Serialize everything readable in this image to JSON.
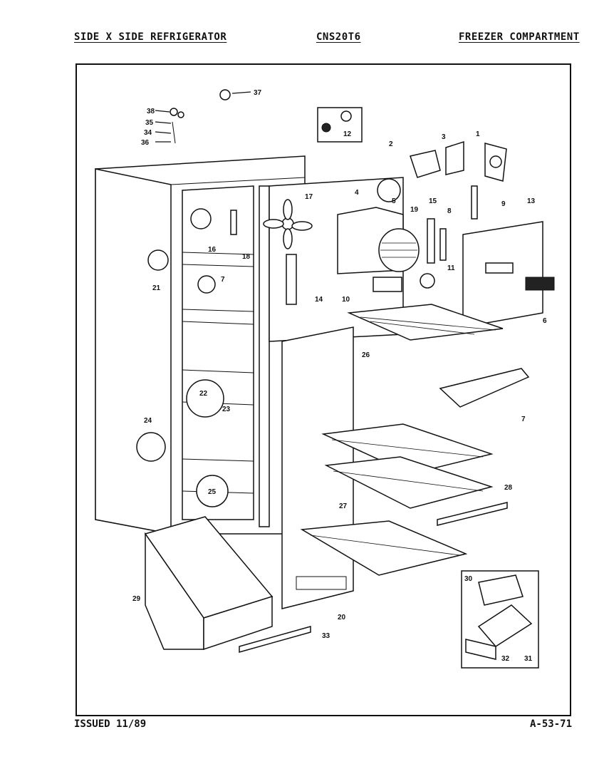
{
  "header": {
    "left": "SIDE X SIDE REFRIGERATOR",
    "center": "CNS20T6",
    "right": "FREEZER COMPARTMENT"
  },
  "footer": {
    "left": "ISSUED 11/89",
    "right": "A-53-71"
  },
  "callouts": {
    "c1": "1",
    "c2": "2",
    "c3": "3",
    "c4": "4",
    "c5": "5",
    "c6": "6",
    "c7a": "7",
    "c7b": "7",
    "c8": "8",
    "c9": "9",
    "c10": "10",
    "c11": "11",
    "c12": "12",
    "c13": "13",
    "c14": "14",
    "c15": "15",
    "c16": "16",
    "c17": "17",
    "c18": "18",
    "c19": "19",
    "c20": "20",
    "c21": "21",
    "c22": "22",
    "c23": "23",
    "c24": "24",
    "c25": "25",
    "c26": "26",
    "c27": "27",
    "c28": "28",
    "c29": "29",
    "c30": "30",
    "c31": "31",
    "c32": "32",
    "c33": "33",
    "c34": "34",
    "c35": "35",
    "c36": "36",
    "c37": "37",
    "c38": "38"
  }
}
